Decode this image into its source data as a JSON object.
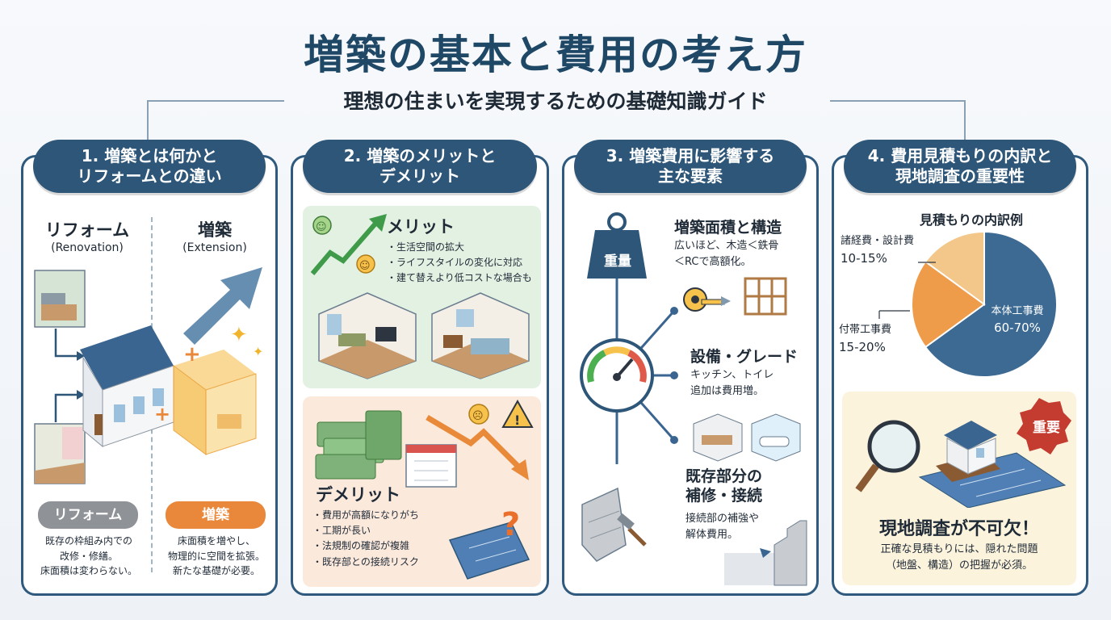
{
  "header": {
    "title": "増築の基本と費用の考え方",
    "subtitle": "理想の住まいを実現するための基礎知識ガイド"
  },
  "panel1": {
    "heading": "1. 増築とは何かと\nリフォームとの違い",
    "left_title": "リフォーム",
    "left_sub": "(Renovation)",
    "right_title": "増築",
    "right_sub": "(Extension)",
    "reform_pill": "リフォーム",
    "reform_desc": [
      "既存の枠組み内での",
      "改修・修繕。",
      "床面積は変わらない。"
    ],
    "ext_pill": "増築",
    "ext_desc": [
      "床面積を増やし、",
      "物理的に空間を拡張。",
      "新たな基礎が必要。"
    ]
  },
  "panel2": {
    "heading": "2. 増築のメリットと\nデメリット",
    "merit_title": "メリット",
    "merits": [
      "生活空間の拡大",
      "ライフスタイルの変化に対応",
      "建て替えより低コストな場合も"
    ],
    "demerit_title": "デメリット",
    "demerits": [
      "費用が高額になりがち",
      "工期が長い",
      "法規制の確認が複雑",
      "既存部との接続リスク"
    ]
  },
  "panel3": {
    "heading": "3. 増築費用に影響する\n主な要素",
    "weight_label": "重量",
    "f1_title": "増築面積と構造",
    "f1_desc": [
      "広いほど、木造＜鉄骨",
      "＜RCで高額化。"
    ],
    "f2_title": "設備・グレード",
    "f2_desc": [
      "キッチン、トイレ",
      "追加は費用増。"
    ],
    "f3_title": [
      "既存部分の",
      "補修・接続"
    ],
    "f3_desc": [
      "接続部の補強や",
      "解体費用。"
    ]
  },
  "panel4": {
    "heading": "4. 費用見積もりの内訳と\n現地調査の重要性",
    "chart_title": "見積もりの内訳例",
    "important_badge": "重要",
    "callout_title": "現地調査が不可欠！",
    "callout_desc": [
      "正確な見積もりには、隠れた問題",
      "（地盤、構造）の把握が必須。"
    ]
  },
  "chart_data": {
    "type": "pie",
    "title": "見積もりの内訳例",
    "slices": [
      {
        "name": "本体工事費",
        "label": "60-70%",
        "value": 65,
        "color": "#3d6a93"
      },
      {
        "name": "付帯工事費",
        "label": "15-20%",
        "value": 20,
        "color": "#ee9c4a"
      },
      {
        "name": "諸経費・設計費",
        "label": "10-15%",
        "value": 15,
        "color": "#f3c789"
      }
    ]
  },
  "colors": {
    "navy": "#2d5678",
    "title": "#1f4766",
    "reform_gray": "#8f9296",
    "ext_orange": "#e9883a",
    "merit_green": "#e3f1e3",
    "demerit_peach": "#fbe9dc",
    "important_red": "#c43b2f"
  }
}
